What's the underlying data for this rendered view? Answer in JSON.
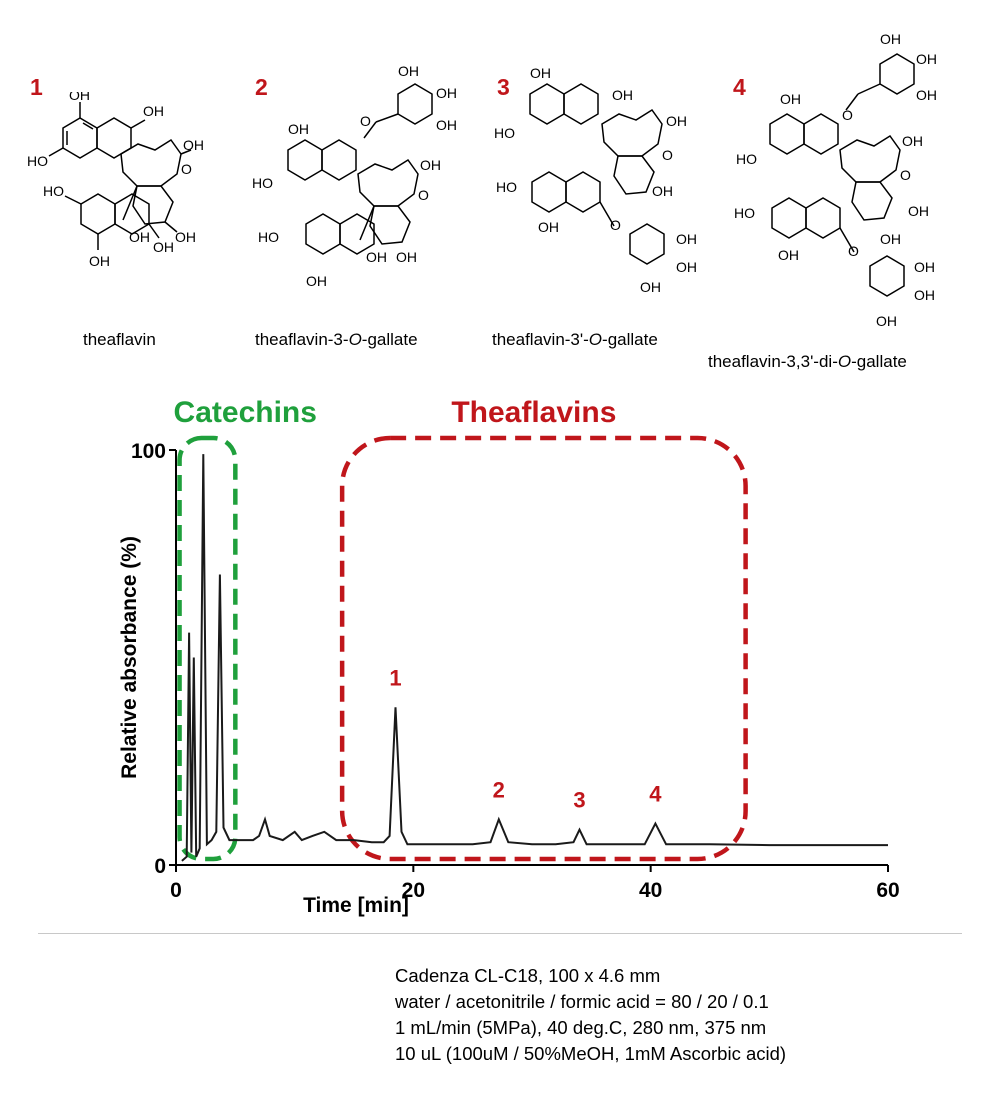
{
  "compounds": [
    {
      "number": "1",
      "name_parts": [
        "theaflavin"
      ]
    },
    {
      "number": "2",
      "name_parts": [
        "theaflavin-3-",
        "O",
        "-gallate"
      ]
    },
    {
      "number": "3",
      "name_parts": [
        "theaflavin-3'-",
        "O",
        "-gallate"
      ]
    },
    {
      "number": "4",
      "name_parts": [
        "theaflavin-3,3'-di-",
        "O",
        "-gallate"
      ]
    }
  ],
  "chart_data": {
    "type": "line",
    "title": "",
    "xlabel": "Time [min]",
    "ylabel": "Relative absorbance (%)",
    "xlim": [
      0,
      60
    ],
    "ylim": [
      0,
      100
    ],
    "x_ticks": [
      "0",
      "20",
      "40",
      "60"
    ],
    "y_ticks": [
      "0",
      "100"
    ],
    "grid": false,
    "line_color": "#1a1a1a",
    "series": [
      {
        "points": [
          [
            0.5,
            1
          ],
          [
            0.9,
            2
          ],
          [
            1.1,
            56
          ],
          [
            1.3,
            3
          ],
          [
            1.5,
            50
          ],
          [
            1.7,
            2
          ],
          [
            2.0,
            4
          ],
          [
            2.3,
            99
          ],
          [
            2.6,
            5
          ],
          [
            3.0,
            6
          ],
          [
            3.4,
            8
          ],
          [
            3.7,
            70
          ],
          [
            4.0,
            9
          ],
          [
            4.5,
            6
          ],
          [
            5.5,
            6
          ],
          [
            6.5,
            6
          ],
          [
            7.0,
            7
          ],
          [
            7.5,
            11
          ],
          [
            7.9,
            7
          ],
          [
            9.0,
            6
          ],
          [
            10.0,
            8
          ],
          [
            10.6,
            6
          ],
          [
            11.5,
            7
          ],
          [
            12.5,
            8
          ],
          [
            13.5,
            6
          ],
          [
            15.0,
            6
          ],
          [
            16.5,
            5.5
          ],
          [
            17.5,
            5.5
          ],
          [
            18.0,
            7
          ],
          [
            18.5,
            38
          ],
          [
            19.0,
            8
          ],
          [
            19.5,
            5
          ],
          [
            21.0,
            5
          ],
          [
            23.0,
            5
          ],
          [
            25.0,
            5
          ],
          [
            26.5,
            5.5
          ],
          [
            27.2,
            11
          ],
          [
            28.0,
            5.5
          ],
          [
            30.0,
            5
          ],
          [
            32.0,
            5
          ],
          [
            33.5,
            5.5
          ],
          [
            34.0,
            8.5
          ],
          [
            34.6,
            5
          ],
          [
            37.0,
            5
          ],
          [
            39.5,
            5
          ],
          [
            40.4,
            10
          ],
          [
            41.3,
            5
          ],
          [
            45.0,
            5
          ],
          [
            50.0,
            4.8
          ],
          [
            55.0,
            4.8
          ],
          [
            60.0,
            4.8
          ]
        ]
      }
    ],
    "peak_labels": [
      {
        "text": "1",
        "x": 18.5,
        "y": 38
      },
      {
        "text": "2",
        "x": 27.2,
        "y": 11
      },
      {
        "text": "3",
        "x": 34.0,
        "y": 8.5
      },
      {
        "text": "4",
        "x": 40.4,
        "y": 10
      }
    ],
    "regions": [
      {
        "label": "Catechins",
        "x_range": [
          0.3,
          5.0
        ],
        "y_range": [
          0,
          100
        ],
        "color": "#1fa03c"
      },
      {
        "label": "Theaflavins",
        "x_range": [
          14.0,
          48.0
        ],
        "y_range": [
          0,
          100
        ],
        "color": "#c0161b"
      }
    ]
  },
  "conditions": [
    "Cadenza CL-C18, 100 x 4.6 mm",
    "water / acetonitrile / formic acid = 80 / 20 / 0.1",
    "1 mL/min (5MPa), 40 deg.C, 280 nm, 375 nm",
    "10 uL (100uM / 50%MeOH, 1mM Ascorbic acid)"
  ]
}
